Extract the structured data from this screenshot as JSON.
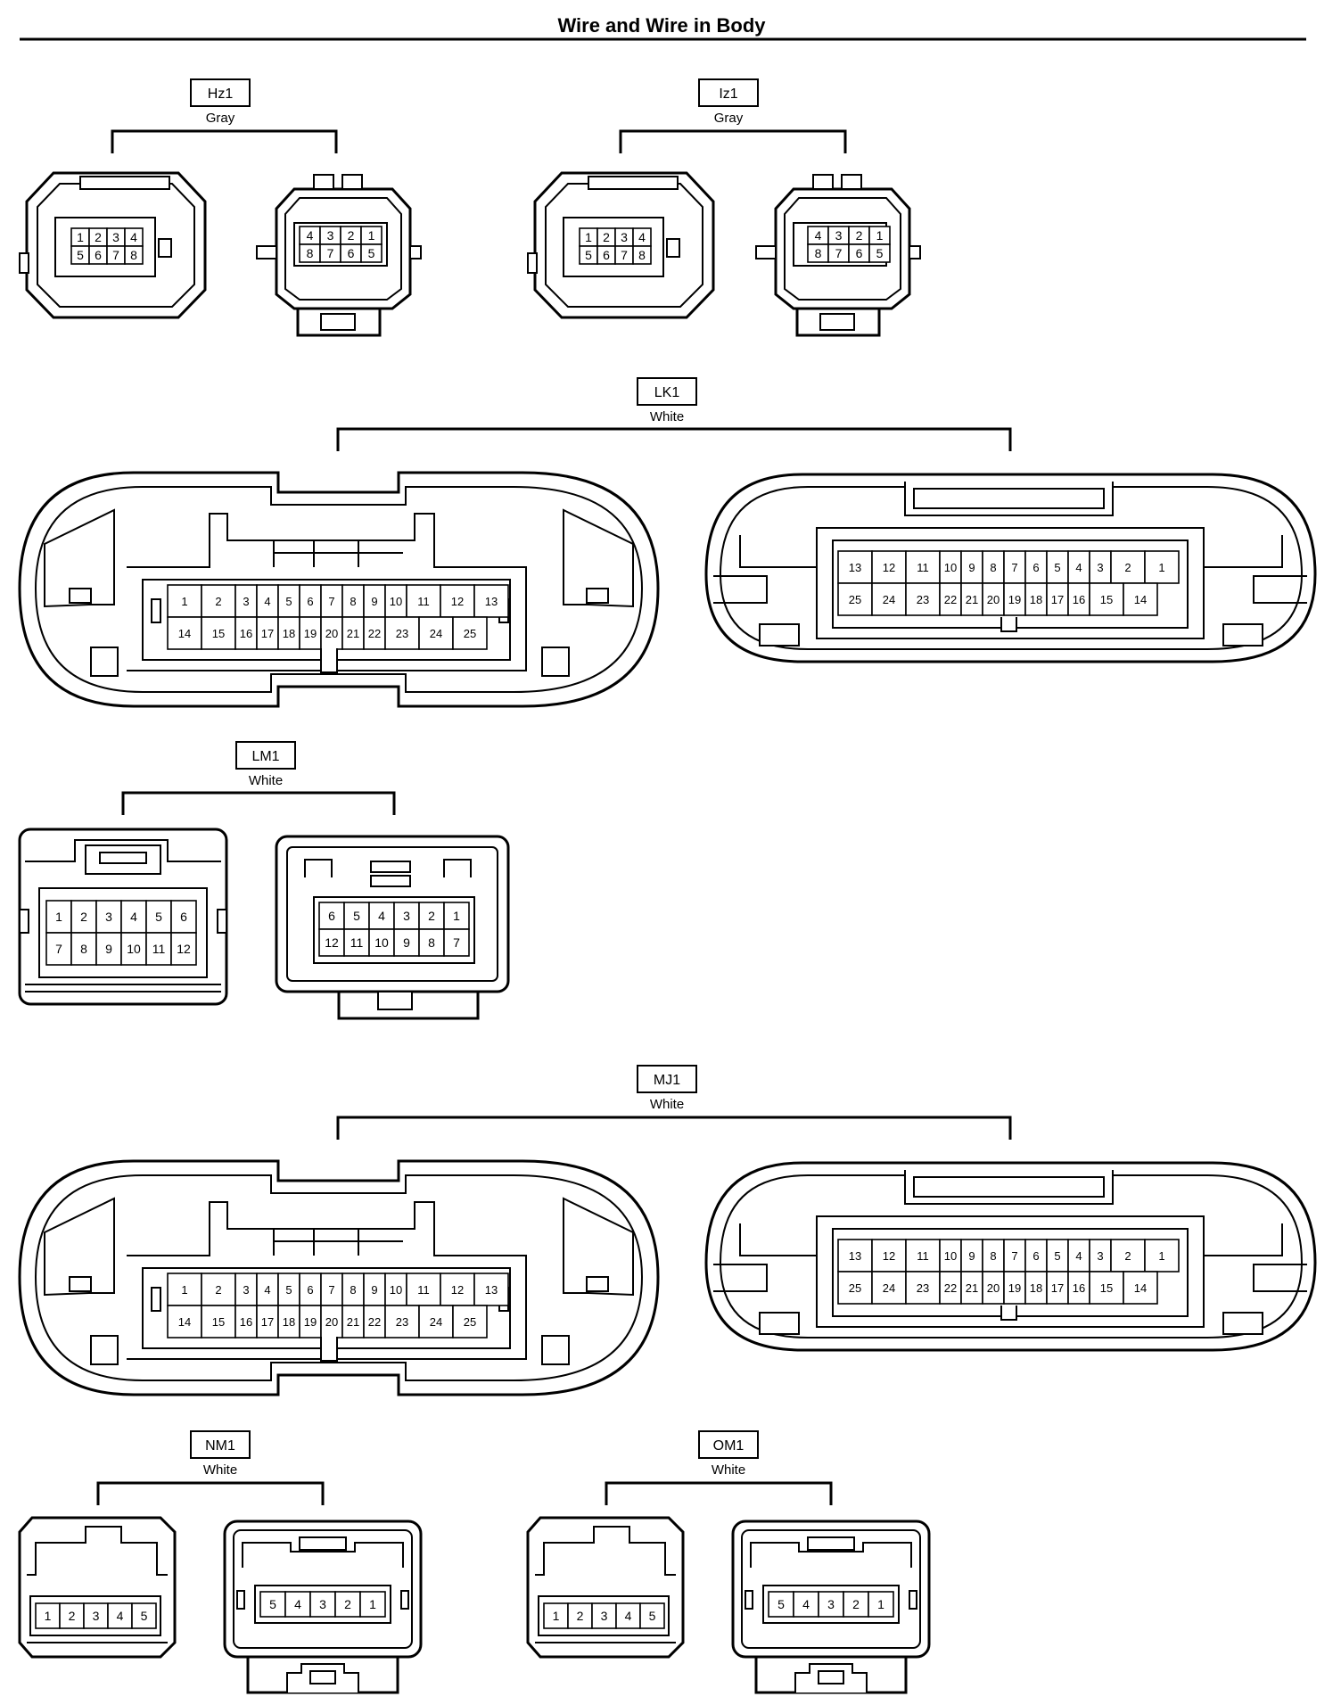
{
  "title": "Wire and Wire in Body",
  "connectors": [
    {
      "id": "hz1",
      "label": "Hz1",
      "color": "Gray",
      "female": {
        "rows": [
          [
            "1",
            "2",
            "3",
            "4"
          ],
          [
            "5",
            "6",
            "7",
            "8"
          ]
        ]
      },
      "male": {
        "rows": [
          [
            "4",
            "3",
            "2",
            "1"
          ],
          [
            "8",
            "7",
            "6",
            "5"
          ]
        ]
      }
    },
    {
      "id": "iz1",
      "label": "Iz1",
      "color": "Gray",
      "female": {
        "rows": [
          [
            "1",
            "2",
            "3",
            "4"
          ],
          [
            "5",
            "6",
            "7",
            "8"
          ]
        ]
      },
      "male": {
        "rows": [
          [
            "4",
            "3",
            "2",
            "1"
          ],
          [
            "8",
            "7",
            "6",
            "5"
          ]
        ]
      }
    },
    {
      "id": "lk1",
      "label": "LK1",
      "color": "White",
      "female": {
        "rows": [
          [
            "1",
            "2",
            "3",
            "4",
            "5",
            "6",
            "7",
            "8",
            "9",
            "10",
            "11",
            "12",
            "13"
          ],
          [
            "14",
            "15",
            "16",
            "17",
            "18",
            "19",
            "20",
            "21",
            "22",
            "23",
            "24",
            "25"
          ]
        ]
      },
      "male": {
        "rows": [
          [
            "13",
            "12",
            "11",
            "10",
            "9",
            "8",
            "7",
            "6",
            "5",
            "4",
            "3",
            "2",
            "1"
          ],
          [
            "25",
            "24",
            "23",
            "22",
            "21",
            "20",
            "19",
            "18",
            "17",
            "16",
            "15",
            "14"
          ]
        ]
      }
    },
    {
      "id": "lm1",
      "label": "LM1",
      "color": "White",
      "female": {
        "rows": [
          [
            "1",
            "2",
            "3",
            "4",
            "5",
            "6"
          ],
          [
            "7",
            "8",
            "9",
            "10",
            "11",
            "12"
          ]
        ]
      },
      "male": {
        "rows": [
          [
            "6",
            "5",
            "4",
            "3",
            "2",
            "1"
          ],
          [
            "12",
            "11",
            "10",
            "9",
            "8",
            "7"
          ]
        ]
      }
    },
    {
      "id": "mj1",
      "label": "MJ1",
      "color": "White",
      "female": {
        "rows": [
          [
            "1",
            "2",
            "3",
            "4",
            "5",
            "6",
            "7",
            "8",
            "9",
            "10",
            "11",
            "12",
            "13"
          ],
          [
            "14",
            "15",
            "16",
            "17",
            "18",
            "19",
            "20",
            "21",
            "22",
            "23",
            "24",
            "25"
          ]
        ]
      },
      "male": {
        "rows": [
          [
            "13",
            "12",
            "11",
            "10",
            "9",
            "8",
            "7",
            "6",
            "5",
            "4",
            "3",
            "2",
            "1"
          ],
          [
            "25",
            "24",
            "23",
            "22",
            "21",
            "20",
            "19",
            "18",
            "17",
            "16",
            "15",
            "14"
          ]
        ]
      }
    },
    {
      "id": "nm1",
      "label": "NM1",
      "color": "White",
      "female": {
        "rows": [
          [
            "1",
            "2",
            "3",
            "4",
            "5"
          ]
        ]
      },
      "male": {
        "rows": [
          [
            "5",
            "4",
            "3",
            "2",
            "1"
          ]
        ]
      }
    },
    {
      "id": "om1",
      "label": "OM1",
      "color": "White",
      "female": {
        "rows": [
          [
            "1",
            "2",
            "3",
            "4",
            "5"
          ]
        ]
      },
      "male": {
        "rows": [
          [
            "5",
            "4",
            "3",
            "2",
            "1"
          ]
        ]
      }
    }
  ]
}
